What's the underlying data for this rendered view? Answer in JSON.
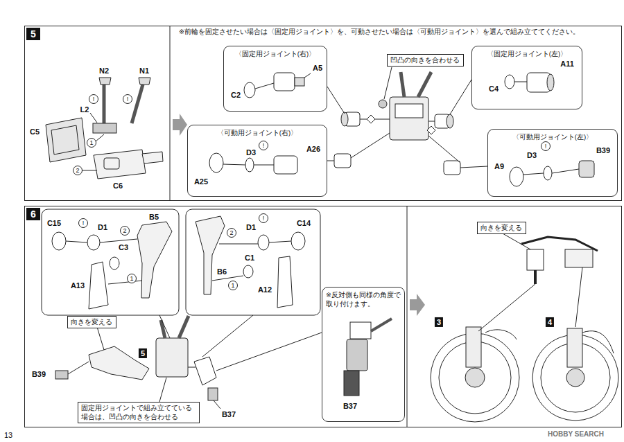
{
  "diagram": {
    "nodes": [
      {
        "text": [
          "5"
        ]
      },
      {
        "text": [
          "〈固定用ジョイント(右)〉"
        ],
        "in": 0
      },
      {
        "text": [
          "〈可動用ジョイント(右)〉"
        ],
        "in": 0
      },
      {
        "text": [
          "凹凸の向きを合わせる"
        ],
        "in": 0
      },
      {
        "text": [
          "〈固定用ジョイント(左)〉"
        ],
        "in": 0
      },
      {
        "text": [
          "〈可動用ジョイント(左)〉"
        ],
        "in": 0
      },
      {
        "text": [
          "6"
        ]
      },
      {
        "text": [
          "向きを変える"
        ],
        "in": 6
      },
      {
        "text": [
          "固定用ジョイントで組み立てている 場合は、凹凸の向きを合わせる"
        ],
        "in": 6
      },
      {
        "text": [
          "※反対側も同様の角度で 取り付けます。"
        ],
        "in": 6
      },
      {
        "text": [
          "向きを変える"
        ],
        "in": 6
      }
    ],
    "labels": [
      "※前輪を固定させたい場合は〈固定用ジョイント〉を、可動させたい場合は〈可動用ジョイント〉を選んで組み立ててください。",
      "N2",
      "N1",
      "!",
      "!",
      "L2",
      "C5",
      "1",
      "2",
      "C6",
      "C2",
      "A5",
      "D3",
      "!",
      "A25",
      "A26",
      "A11",
      "C4",
      "B39",
      "D3",
      "!",
      "A9",
      "C15",
      "!",
      "D1",
      "2",
      "B5",
      "C3",
      "1",
      "A13",
      "2",
      "D1",
      "!",
      "C14",
      "B6",
      "C1",
      "1",
      "A12",
      "B39",
      "5",
      "B37",
      "B37",
      "3",
      "4",
      "13",
      "HOBBY SEARCH"
    ]
  }
}
